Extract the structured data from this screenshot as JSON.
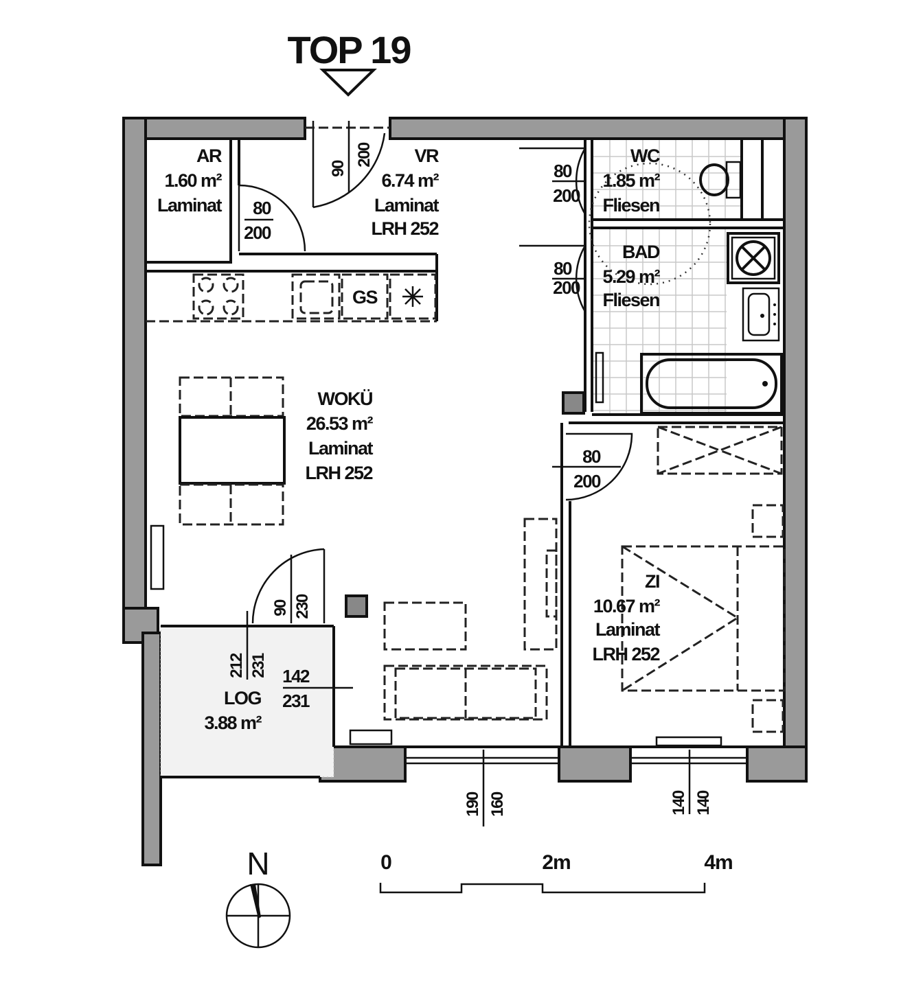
{
  "title": "TOP 19",
  "rooms": [
    {
      "id": "ar",
      "name": "AR",
      "area": "1.60  m²",
      "floor": "Laminat",
      "height": ""
    },
    {
      "id": "vr",
      "name": "VR",
      "area": "6.74  m²",
      "floor": "Laminat",
      "height": "LRH 252"
    },
    {
      "id": "wc",
      "name": "WC",
      "area": "1.85  m²",
      "floor": "Fliesen",
      "height": ""
    },
    {
      "id": "bad",
      "name": "BAD",
      "area": "5.29  m²",
      "floor": "Fliesen",
      "height": ""
    },
    {
      "id": "wokue",
      "name": "WOKÜ",
      "area": "26.53  m²",
      "floor": "Laminat",
      "height": "LRH 252"
    },
    {
      "id": "zi",
      "name": "ZI",
      "area": "10.67  m²",
      "floor": "Laminat",
      "height": "LRH 252"
    },
    {
      "id": "log",
      "name": "LOG",
      "area": "3.88  m²",
      "floor": "",
      "height": ""
    }
  ],
  "fixtures": {
    "dishwasher": "GS"
  },
  "dimensions": {
    "entrance_door": [
      "90",
      "200"
    ],
    "ar_door": [
      "80",
      "200"
    ],
    "wc_door": [
      "80",
      "200"
    ],
    "bad_door": [
      "80",
      "200"
    ],
    "zi_door": [
      "80",
      "200"
    ],
    "loggia_door": [
      "90",
      "230"
    ],
    "loggia_side": [
      "212",
      "231"
    ],
    "loggia_opening": [
      "142",
      "231"
    ],
    "window_living": [
      "190",
      "160"
    ],
    "window_zi": [
      "140",
      "140"
    ]
  },
  "scale_bar": {
    "labels": [
      "0",
      "2m",
      "4m"
    ]
  },
  "north_label": "N",
  "colors": {
    "wall": "#9a9a9a",
    "line": "#111111",
    "background": "#ffffff"
  }
}
